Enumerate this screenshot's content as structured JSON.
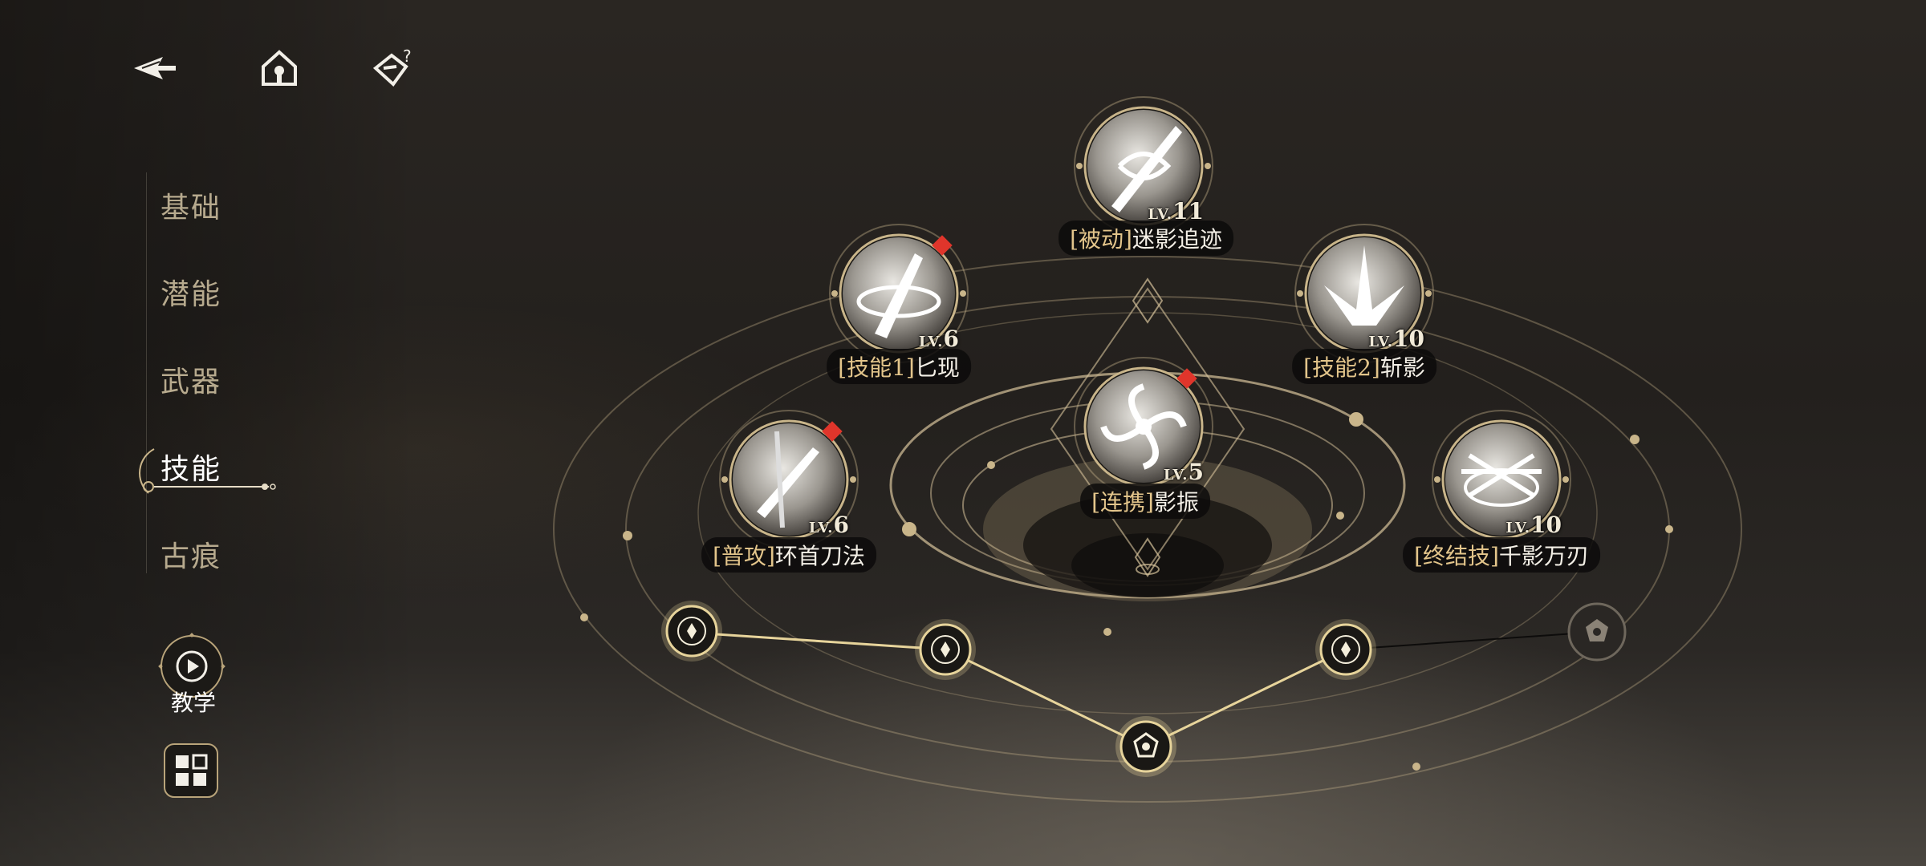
{
  "top_bar": {
    "back_icon": "arrow-back-icon",
    "home_icon": "home-icon",
    "help_icon": "help-icon"
  },
  "sidebar": {
    "tabs": [
      {
        "label": "基础",
        "active": false
      },
      {
        "label": "潜能",
        "active": false
      },
      {
        "label": "武器",
        "active": false
      },
      {
        "label": "技能",
        "active": true
      },
      {
        "label": "古痕",
        "active": false
      }
    ],
    "tutorial_label": "教学",
    "grid_icon": "grid-icon"
  },
  "skills": {
    "passive": {
      "tag": "[被动]",
      "name": "迷影追迹",
      "lv_prefix": "LV.",
      "lv": "11",
      "has_alert": false
    },
    "skill1": {
      "tag": "[技能1]",
      "name": "匕现",
      "lv_prefix": "LV.",
      "lv": "6",
      "has_alert": true
    },
    "skill2": {
      "tag": "[技能2]",
      "name": "斩影",
      "lv_prefix": "LV.",
      "lv": "10",
      "has_alert": false
    },
    "combo": {
      "tag": "[连携]",
      "name": "影振",
      "lv_prefix": "LV.",
      "lv": "5",
      "has_alert": true
    },
    "normal": {
      "tag": "[普攻]",
      "name": "环首刀法",
      "lv_prefix": "LV.",
      "lv": "6",
      "has_alert": true
    },
    "ultimate": {
      "tag": "[终结技]",
      "name": "千影万刃",
      "lv_prefix": "LV.",
      "lv": "10",
      "has_alert": false
    }
  },
  "colors": {
    "accent_gold": "#e3c58b",
    "alert_red": "#e0352b",
    "tab_inactive": "#b7aa8e"
  }
}
